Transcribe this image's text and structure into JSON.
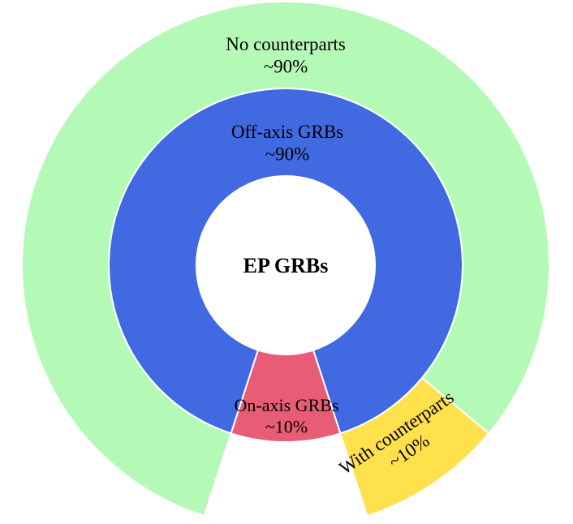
{
  "chart_data": {
    "type": "sunburst",
    "center_label": "EP GRBs",
    "inner_ring": [
      {
        "name": "Off-axis GRBs",
        "value_label": "~90%",
        "value": 90,
        "color": "#4169e1"
      },
      {
        "name": "On-axis GRBs",
        "value_label": "~10%",
        "value": 10,
        "color": "#e85d75"
      }
    ],
    "outer_ring": [
      {
        "name": "No counterparts",
        "value_label": "~90%",
        "parent": "Off-axis GRBs",
        "value": 90,
        "color": "#b5f9b7"
      },
      {
        "name": "With counterparts",
        "value_label": "~10%",
        "parent": "Off-axis GRBs",
        "value": 10,
        "color": "#ffe14d"
      }
    ]
  }
}
